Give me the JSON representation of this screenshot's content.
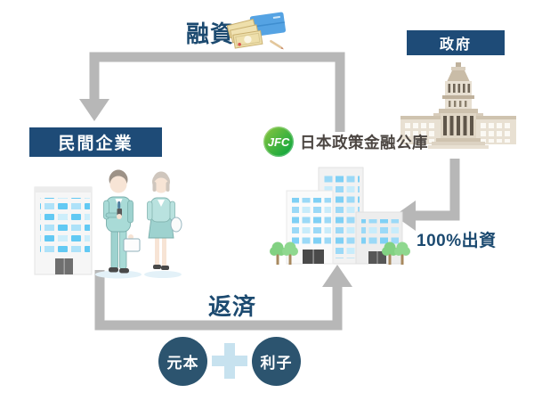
{
  "colors": {
    "box_navy": "#1e4b77",
    "circle_navy": "#2c546f",
    "text_navy": "#1c4a70",
    "arrow_gray": "#b7b7b7",
    "jfc_green_1": "#8dc63f",
    "jfc_green_2": "#00a33e",
    "jfc_text_gray": "#4c4642",
    "plus_blue": "#c7e2ef"
  },
  "nodes": {
    "government": {
      "label": "政府"
    },
    "private_company": {
      "label": "民間企業"
    },
    "jfc": {
      "logo_text": "JFC",
      "name": "日本政策金融公庫"
    }
  },
  "flows": {
    "loan": {
      "label": "融資",
      "from": "日本政策金融公庫",
      "to": "民間企業"
    },
    "repayment": {
      "label": "返済",
      "from": "民間企業",
      "to": "日本政策金融公庫"
    },
    "investment": {
      "label": "100%出資",
      "from": "政府",
      "to": "日本政策金融公庫"
    }
  },
  "repayment_breakdown": {
    "principal": "元本",
    "plus": "＋",
    "interest": "利子"
  },
  "icons": {
    "money": "cash-and-passbook-icon",
    "government_building": "national-diet-building-icon",
    "jfc_building": "jfc-office-building-icon",
    "company": "company-building-and-businesspeople-icon"
  }
}
